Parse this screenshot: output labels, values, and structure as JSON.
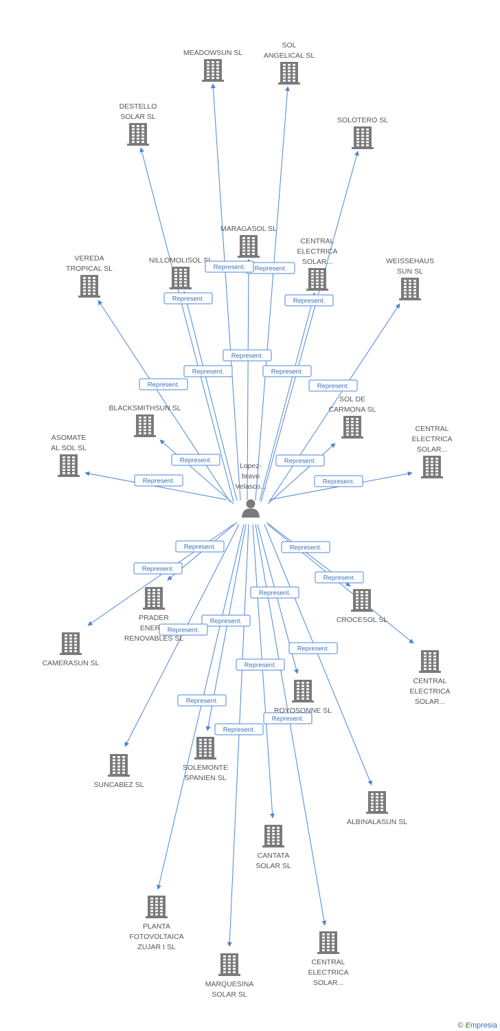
{
  "center": {
    "label_lines": [
      "Lopez-",
      "bravo",
      "Velasco..."
    ],
    "icon": "person-icon"
  },
  "edge_label": "Represent.",
  "companies": [
    {
      "id": "meadowsun",
      "lines": [
        "MEADOWSUN SL"
      ],
      "icon": "building-icon"
    },
    {
      "id": "sol-angelical",
      "lines": [
        "SOL",
        "ANGELICAL SL"
      ],
      "icon": "building-icon"
    },
    {
      "id": "destello",
      "lines": [
        "DESTELLO",
        "SOLAR SL"
      ],
      "icon": "building-icon"
    },
    {
      "id": "solotero",
      "lines": [
        "SOLOTERO SL"
      ],
      "icon": "building-icon"
    },
    {
      "id": "maragasol",
      "lines": [
        "MARAGASOL SL"
      ],
      "icon": "building-icon"
    },
    {
      "id": "central-1",
      "lines": [
        "CENTRAL",
        "ELECTRICA",
        "SOLAR..."
      ],
      "icon": "building-icon"
    },
    {
      "id": "vereda",
      "lines": [
        "VEREDA",
        "TROPICAL SL"
      ],
      "icon": "building-icon"
    },
    {
      "id": "nillomolisol",
      "lines": [
        "NILLOMOLISOL SL"
      ],
      "icon": "building-icon"
    },
    {
      "id": "weissehaus",
      "lines": [
        "WEISSEHAUS",
        "SUN SL"
      ],
      "icon": "building-icon"
    },
    {
      "id": "blacksmithsun",
      "lines": [
        "BLACKSMITHSUN SL"
      ],
      "icon": "building-icon"
    },
    {
      "id": "sol-carmona",
      "lines": [
        "SOL DE",
        "CARMONA SL"
      ],
      "icon": "building-icon"
    },
    {
      "id": "asomate",
      "lines": [
        "ASOMATE",
        "AL SOL SL"
      ],
      "icon": "building-icon"
    },
    {
      "id": "central-2",
      "lines": [
        "CENTRAL",
        "ELECTRICA",
        "SOLAR..."
      ],
      "icon": "building-icon"
    },
    {
      "id": "prader",
      "lines": [
        "PRADER",
        "ENERGI",
        "RENOVABLES SL"
      ],
      "icon": "building-icon"
    },
    {
      "id": "crocesol",
      "lines": [
        "CROCESOL SL"
      ],
      "icon": "building-icon"
    },
    {
      "id": "camerasun",
      "lines": [
        "CAMERASUN SL"
      ],
      "icon": "building-icon"
    },
    {
      "id": "central-3",
      "lines": [
        "CENTRAL",
        "ELECTRICA",
        "SOLAR..."
      ],
      "icon": "building-icon"
    },
    {
      "id": "royosonne",
      "lines": [
        "ROYOSONNE SL"
      ],
      "icon": "building-icon"
    },
    {
      "id": "solemonte",
      "lines": [
        "SOLEMONTE",
        "SPANIEN SL"
      ],
      "icon": "building-icon"
    },
    {
      "id": "suncabez",
      "lines": [
        "SUNCABEZ SL"
      ],
      "icon": "building-icon"
    },
    {
      "id": "albinalasun",
      "lines": [
        "ALBINALASUN SL"
      ],
      "icon": "building-icon"
    },
    {
      "id": "cantata",
      "lines": [
        "CANTATA",
        "SOLAR SL"
      ],
      "icon": "building-icon"
    },
    {
      "id": "planta",
      "lines": [
        "PLANTA",
        "FOTOVOLTAICA",
        "ZUJAR I SL"
      ],
      "icon": "building-icon"
    },
    {
      "id": "central-4",
      "lines": [
        "CENTRAL",
        "ELECTRICA",
        "SOLAR..."
      ],
      "icon": "building-icon"
    },
    {
      "id": "marquesina",
      "lines": [
        "MARQUESINA",
        "SOLAR SL"
      ],
      "icon": "building-icon"
    }
  ],
  "footer": {
    "copyright": "©",
    "brand_first": "E",
    "brand_rest": "mpresia"
  },
  "colors": {
    "edge": "#4a86d8",
    "icon": "#7a7a7a",
    "label": "#555555"
  }
}
